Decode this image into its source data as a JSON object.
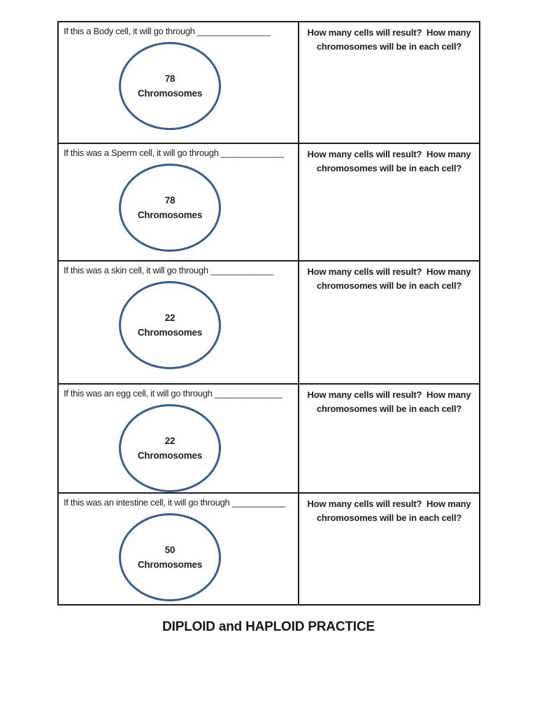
{
  "document": {
    "title": "DIPLOID and HAPLOID PRACTICE"
  },
  "colors": {
    "circle_stroke": "#345e92",
    "table_border": "#1f1f1f",
    "text": "#1f1f1f",
    "page_background": "#ffffff"
  },
  "rows": [
    {
      "prompt": "If this a Body cell, it will go through _______________",
      "chromosome_count": "78",
      "chromosome_label": "Chromosomes",
      "question": "How many cells will result?  How many chromosomes will be in each cell?"
    },
    {
      "prompt": "If this was a Sperm cell, it will go through _____________",
      "chromosome_count": "78",
      "chromosome_label": "Chromosomes",
      "question": "How many cells will result?  How many chromosomes will be in each cell?"
    },
    {
      "prompt": "If this was a skin cell, it will go through _____________",
      "chromosome_count": "22",
      "chromosome_label": "Chromosomes",
      "question": "How many cells will result?  How many chromosomes will be in each cell?"
    },
    {
      "prompt": "If this was an egg cell, it will go through ______________",
      "chromosome_count": "22",
      "chromosome_label": "Chromosomes",
      "question": "How many cells will result?  How many chromosomes will be in each cell?"
    },
    {
      "prompt": "If this was an intestine cell, it will go through ___________",
      "chromosome_count": "50",
      "chromosome_label": "Chromosomes",
      "question": "How many cells will result?  How many chromosomes will be in each cell?"
    }
  ]
}
